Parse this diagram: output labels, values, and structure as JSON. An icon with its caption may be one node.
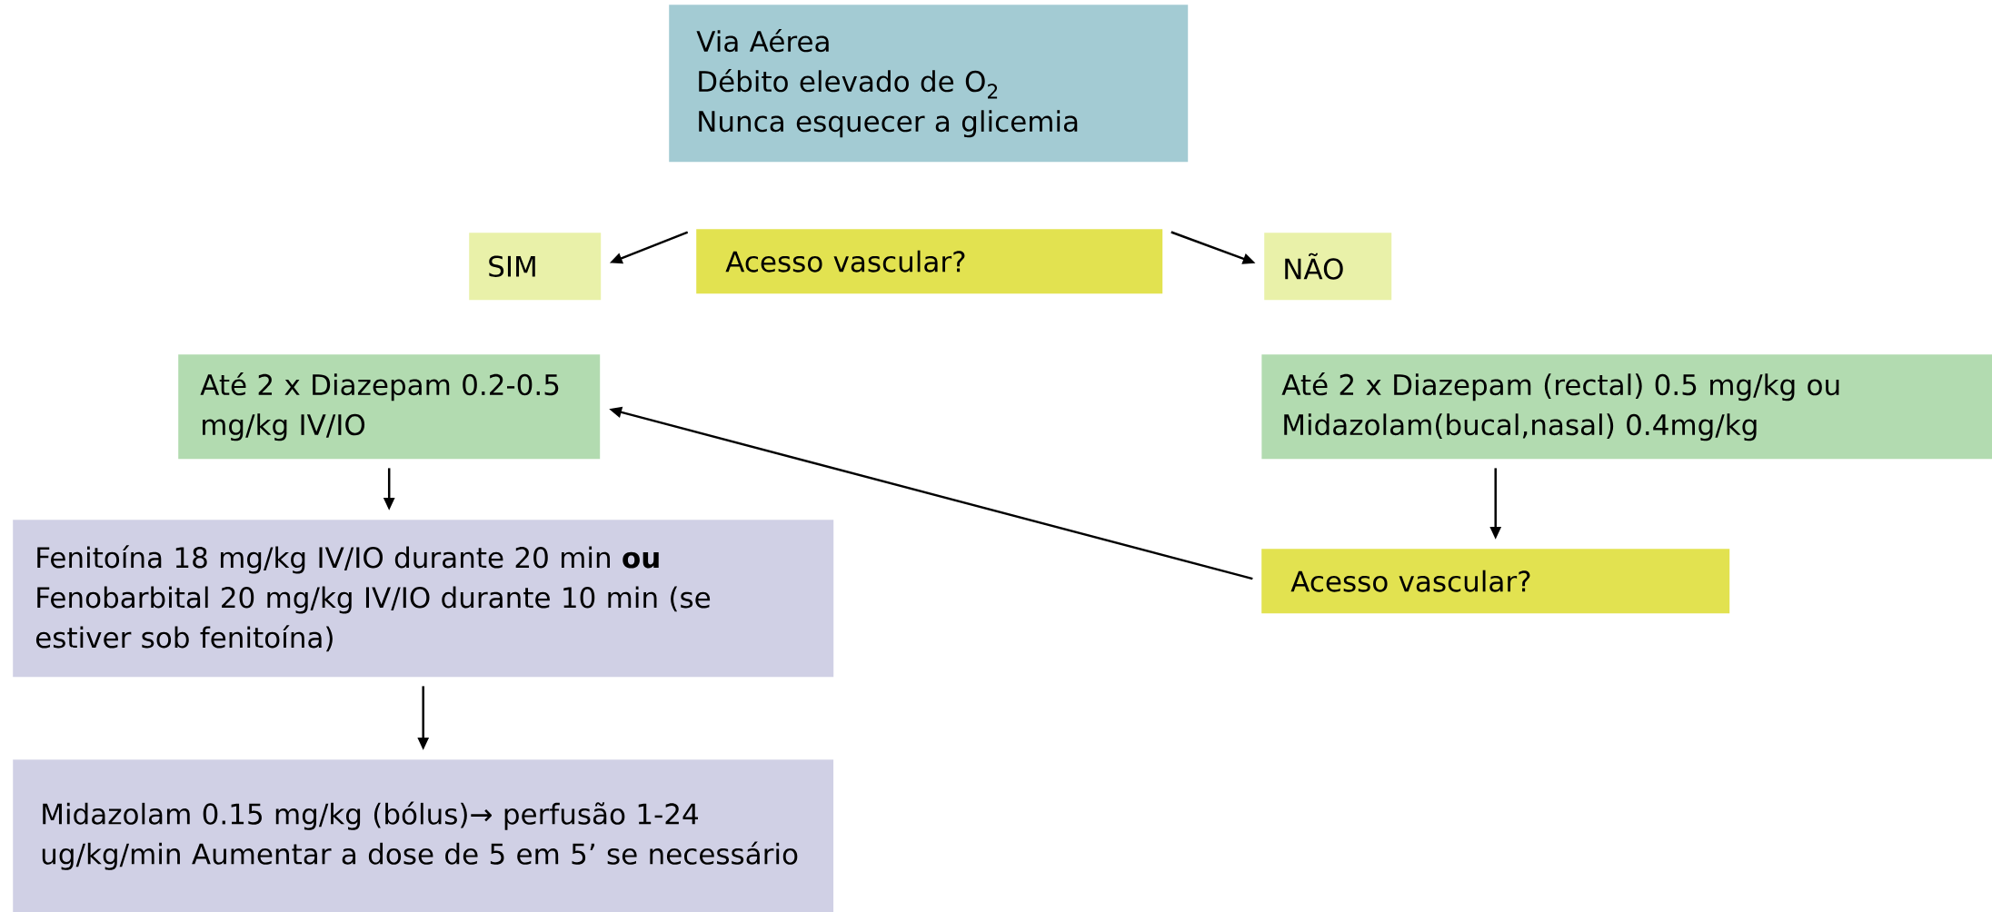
{
  "diagram": {
    "nodes": [
      {
        "text": [
          "Via Aérea",
          "Débito elevado de O$_{2}$",
          "Nunca esquecer a glicemia"
        ]
      },
      {
        "text": [
          "SIM"
        ]
      },
      {
        "text": [
          "Acesso vascular?"
        ]
      },
      {
        "text": [
          "NÃO"
        ]
      },
      {
        "text": [
          "Até 2 x Diazepam 0.2-0.5 mg/kg IV/IO"
        ]
      },
      {
        "text": [
          "Até 2 x Diazepam (rectal) 0.5 mg/kg ou Midazolam(bucal,nasal) 0.4mg/kg"
        ]
      },
      {
        "text": [
          "Fenitoína 18 mg/kg IV/IO durante 20 min **ou** Fenobarbital 20 mg/kg IV/IO durante 10 min (se estiver sob fenitoína)"
        ]
      },
      {
        "text": [
          "Acesso vascular?"
        ]
      },
      {
        "text": [
          "Midazolam 0.15 mg/kg (bólus)→ perfusão 1-24 ug/kg/min Aumentar a dose de 5 em 5’ se necessário"
        ]
      }
    ],
    "edges": [
      {
        "from": 2,
        "to": 1,
        "arrow": "to"
      },
      {
        "from": 2,
        "to": 3,
        "arrow": "to"
      },
      {
        "from": 4,
        "to": 6,
        "arrow": "to"
      },
      {
        "from": 6,
        "to": 8,
        "arrow": "to"
      },
      {
        "from": 5,
        "to": 7,
        "arrow": "to"
      },
      {
        "from": 7,
        "to": 4,
        "arrow": "to"
      }
    ]
  }
}
